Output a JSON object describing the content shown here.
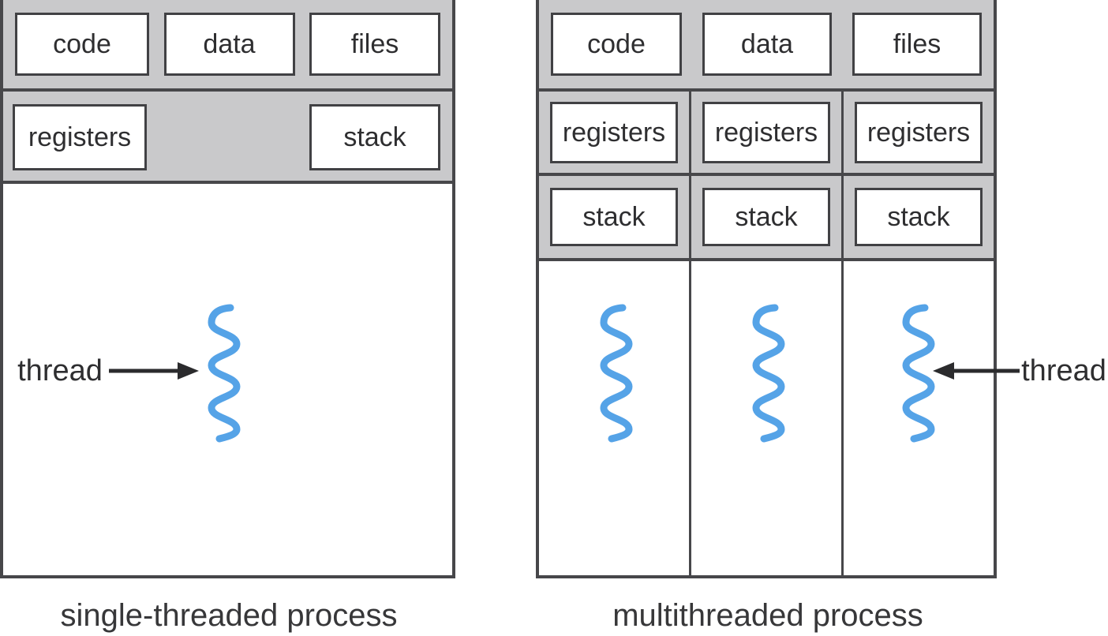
{
  "figure": {
    "left_diagram": {
      "caption": "single-threaded process",
      "top_row": [
        "code",
        "data",
        "files"
      ],
      "registers_label": "registers",
      "stack_label": "stack",
      "thread_label": "thread"
    },
    "right_diagram": {
      "caption": "multithreaded process",
      "top_row": [
        "code",
        "data",
        "files"
      ],
      "registers_row": [
        "registers",
        "registers",
        "registers"
      ],
      "stack_row": [
        "stack",
        "stack",
        "stack"
      ],
      "thread_label": "thread"
    },
    "colors": {
      "band_gray": "#c9c9cb",
      "border_dark": "#47474a",
      "box_border": "#414144",
      "thread_blue": "#55a3e7",
      "arrow_black": "#2b2b2d",
      "text": "#2e2e30"
    }
  }
}
